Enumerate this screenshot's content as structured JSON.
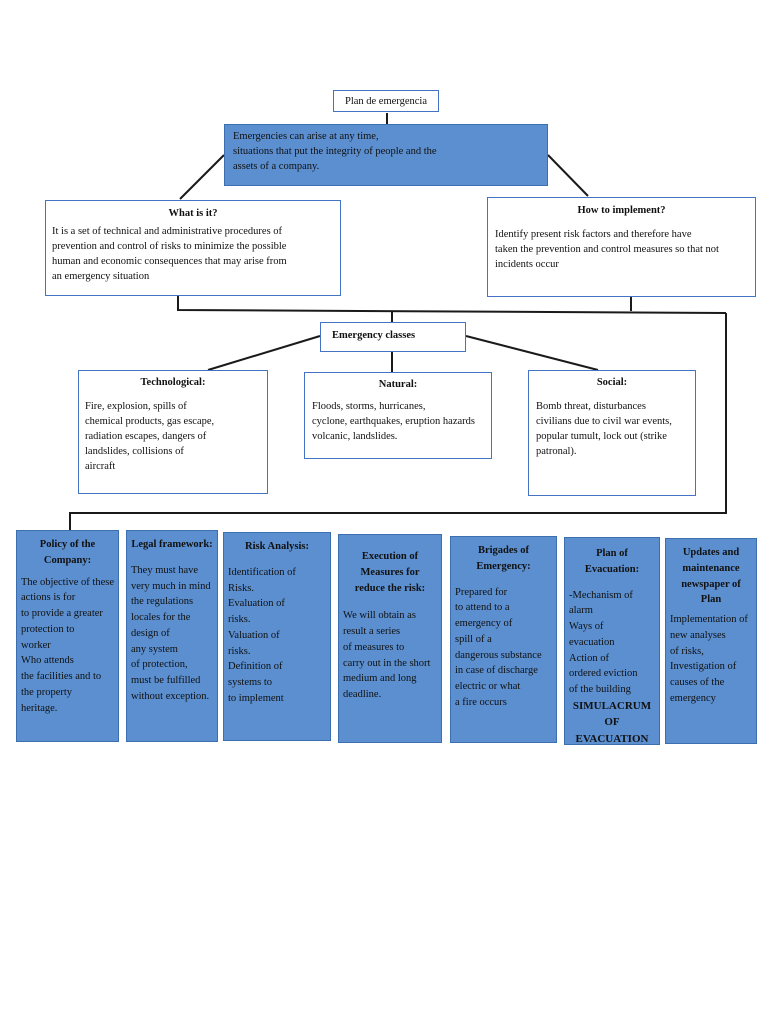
{
  "root": {
    "label": "Plan de emergencia"
  },
  "intro": {
    "text": "Emergencies can arise at any time,\nsituations that put the integrity of people and the\nassets of a company."
  },
  "what_is_it": {
    "title": "What is it?",
    "text": " It is a set of technical and administrative procedures of\nprevention and control of risks to minimize the possible\nhuman and economic consequences that may arise from\nan emergency situation"
  },
  "how_to_implement": {
    "title": "How to implement?",
    "text": "Identify present risk factors and therefore have\ntaken the prevention and control measures so that not\nincidents occur"
  },
  "emergency_classes": {
    "label": "Emergency classes"
  },
  "classes": [
    {
      "title": "Technological:",
      "text": " Fire, explosion, spills of\nchemical products, gas escape,\nradiation escapes, dangers of\nlandslides, collisions of\naircraft"
    },
    {
      "title": "Natural:",
      "text": "Floods, storms, hurricanes,\ncyclone, earthquakes, eruption hazards\nvolcanic, landslides."
    },
    {
      "title": "Social:",
      "text": "Bomb threat, disturbances\ncivilians due to civil war events,\npopular tumult, lock out (strike\npatronal)."
    }
  ],
  "bottom": [
    {
      "title": "Policy of the\nCompany:",
      "text": "The objective of these\nactions is for\nto provide a greater\nprotection to\nworker\nWho attends\nthe facilities and to\nthe property\nheritage."
    },
    {
      "title": "Legal framework:",
      "text": "They must have\nvery much in mind\nthe regulations\nlocales for the\ndesign of\nany system\nof protection,\nmust be fulfilled\nwithout exception."
    },
    {
      "title": "Risk Analysis:",
      "text": "Identification of\nRisks.\nEvaluation of\nrisks.\nValuation of\nrisks.\nDefinition of\nsystems to\nto implement"
    },
    {
      "title": "Execution of\nMeasures for\nreduce the risk:",
      "text": "We will obtain as\nresult a series\nof measures to\ncarry out in the short\nmedium and long\ndeadline."
    },
    {
      "title": "Brigades of\nEmergency:",
      "text": "Prepared for\nto attend to a\nemergency of\nspill of a\ndangerous substance\nin case of discharge\nelectric or what\na fire occurs"
    },
    {
      "title": "Plan of\nEvacuation:",
      "text": "-Mechanism of\nalarm\nWays of\nevacuation\nAction of\nordered eviction\nof the building",
      "extra": "SIMULACRUM OF\nEVACUATION"
    },
    {
      "title": "Updates and\nmaintenance\nnewspaper of\nPlan",
      "text": "Implementation of\nnew analyses\nof risks,\nInvestigation of\ncauses of the\nemergency"
    }
  ]
}
